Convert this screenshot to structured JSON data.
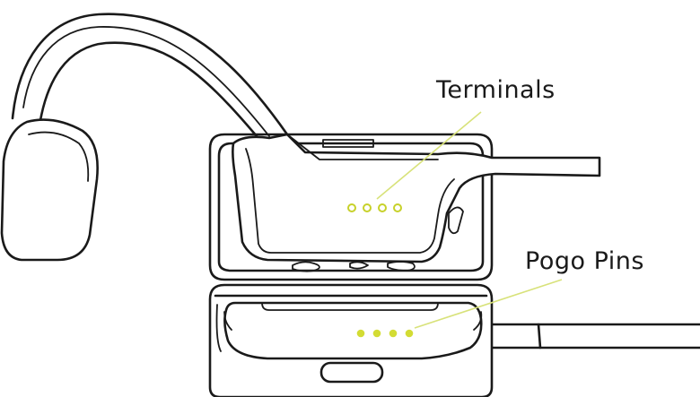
{
  "labels": {
    "terminals": "Terminals",
    "pogo_pins": "Pogo Pins"
  },
  "colors": {
    "outline": "#1a1a1a",
    "terminal_ring": "#c7d12a",
    "pogo_pin_fill": "#d3dc34",
    "leader_line": "#d8e27a",
    "background": "#ffffff"
  },
  "terminals": {
    "count": 4
  },
  "pogo_pins": {
    "count": 4
  }
}
